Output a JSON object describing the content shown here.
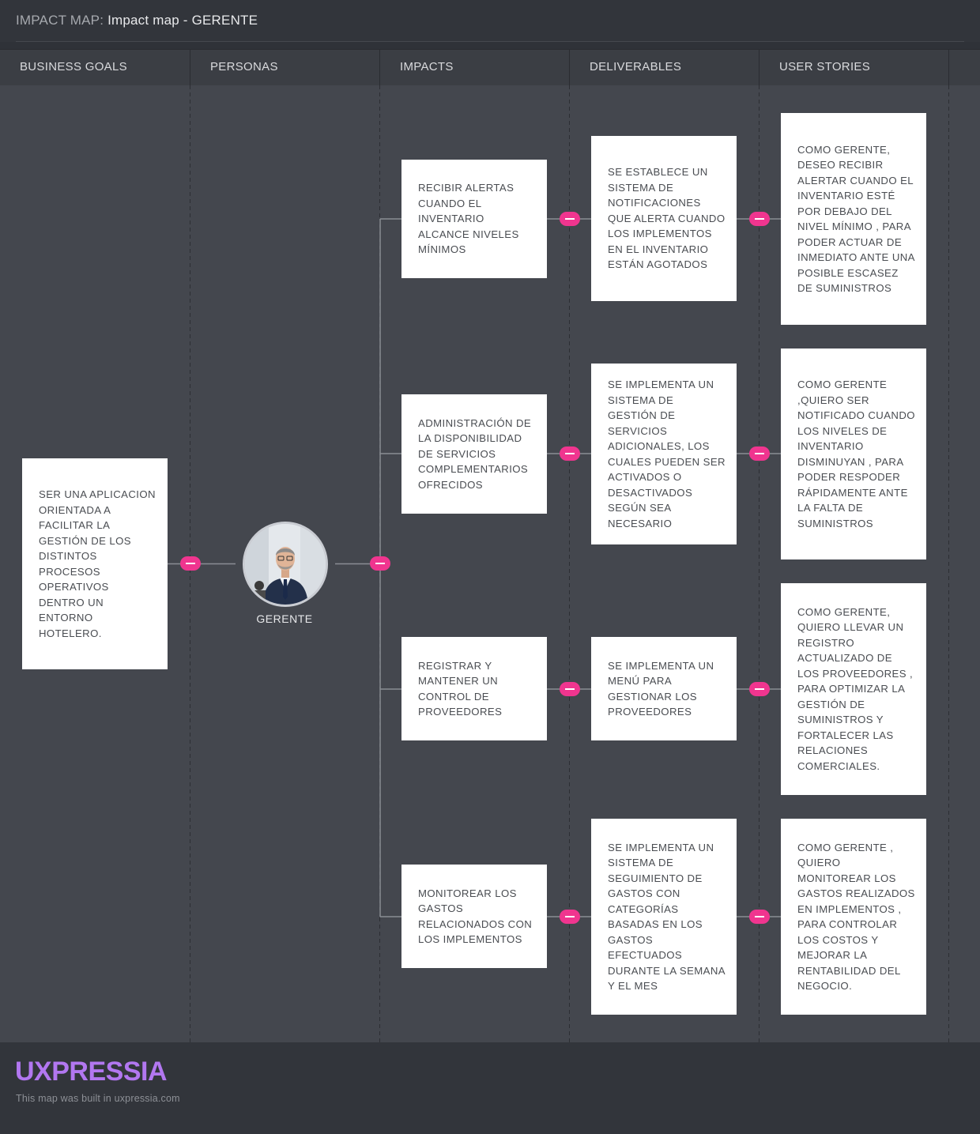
{
  "header": {
    "prefix": "IMPACT MAP:",
    "title": "Impact map - GERENTE"
  },
  "columns": [
    "BUSINESS GOALS",
    "PERSONAS",
    "IMPACTS",
    "DELIVERABLES",
    "USER STORIES"
  ],
  "goal": "SER UNA APLICACION ORIENTADA A FACILITAR LA GESTIÓN DE LOS DISTINTOS PROCESOS OPERATIVOS DENTRO UN ENTORNO HOTELERO.",
  "persona": {
    "name": "GERENTE",
    "icon": "person-avatar-icon"
  },
  "impacts": [
    "RECIBIR ALERTAS CUANDO EL INVENTARIO ALCANCE NIVELES MÍNIMOS",
    "ADMINISTRACIÓN DE LA DISPONIBILIDAD DE SERVICIOS COMPLEMENTARIOS OFRECIDOS",
    "REGISTRAR Y MANTENER UN CONTROL DE PROVEEDORES",
    "MONITOREAR LOS GASTOS RELACIONADOS CON LOS IMPLEMENTOS"
  ],
  "deliverables": [
    "SE ESTABLECE UN SISTEMA DE NOTIFICACIONES QUE ALERTA CUANDO LOS IMPLEMENTOS EN EL INVENTARIO ESTÁN AGOTADOS",
    "SE IMPLEMENTA UN SISTEMA DE GESTIÓN DE SERVICIOS ADICIONALES, LOS CUALES PUEDEN SER ACTIVADOS O DESACTIVADOS SEGÚN SEA NECESARIO",
    "SE IMPLEMENTA UN MENÚ PARA GESTIONAR LOS PROVEEDORES",
    "SE IMPLEMENTA UN SISTEMA DE SEGUIMIENTO DE GASTOS CON CATEGORÍAS BASADAS EN LOS GASTOS EFECTUADOS DURANTE LA SEMANA Y EL MES"
  ],
  "stories": [
    "COMO GERENTE, DESEO RECIBIR ALERTAR CUANDO EL INVENTARIO ESTÉ POR DEBAJO DEL NIVEL MÍNIMO , PARA PODER ACTUAR DE INMEDIATO ANTE UNA POSIBLE ESCASEZ DE SUMINISTROS",
    "COMO GERENTE ,QUIERO SER NOTIFICADO CUANDO LOS NIVELES DE INVENTARIO DISMINUYAN , PARA PODER RESPODER RÁPIDAMENTE ANTE LA FALTA DE SUMINISTROS",
    "COMO GERENTE, QUIERO LLEVAR UN REGISTRO ACTUALIZADO DE LOS PROVEEDORES , PARA OPTIMIZAR LA GESTIÓN DE SUMINISTROS Y FORTALECER LAS RELACIONES COMERCIALES.",
    "COMO GERENTE , QUIERO MONITOREAR LOS GASTOS REALIZADOS EN IMPLEMENTOS , PARA CONTROLAR LOS COSTOS Y MEJORAR LA RENTABILIDAD DEL NEGOCIO."
  ],
  "footer": {
    "logo": "UXPRESSIA",
    "note": "This map was built in uxpressia.com"
  },
  "colors": {
    "accent": "#f0358f",
    "logo": "#b277f0",
    "background": "#44474e",
    "card": "#ffffff"
  }
}
